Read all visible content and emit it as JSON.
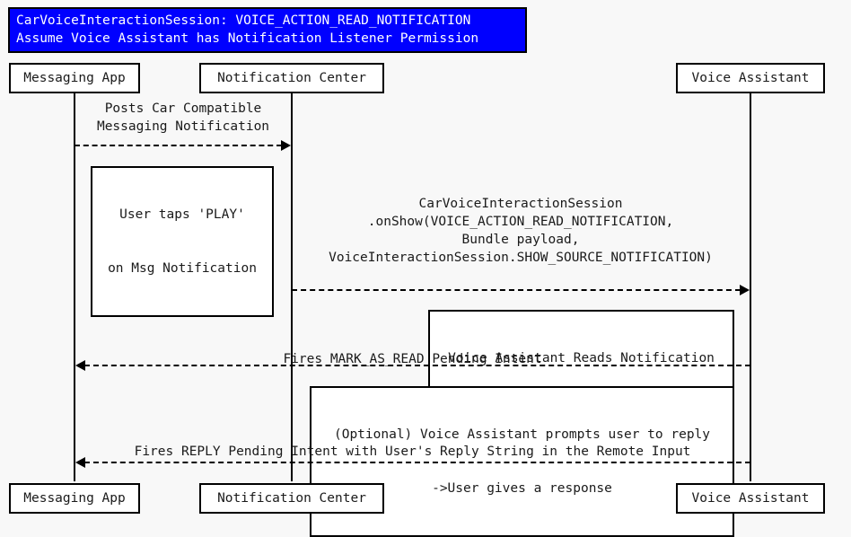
{
  "title": {
    "line1": "CarVoiceInteractionSession: VOICE_ACTION_READ_NOTIFICATION",
    "line2": "Assume Voice Assistant has Notification Listener Permission",
    "background_color": "#0000ff",
    "text_color": "#ffffff"
  },
  "diagram": {
    "type": "uml-sequence-diagram",
    "background_color": "#f8f8f8",
    "line_color": "#000000"
  },
  "participants": [
    {
      "id": "messaging-app",
      "label": "Messaging App"
    },
    {
      "id": "notification-center",
      "label": "Notification Center"
    },
    {
      "id": "voice-assistant",
      "label": "Voice Assistant"
    }
  ],
  "participants_bottom": [
    {
      "id": "messaging-app",
      "label": "Messaging App"
    },
    {
      "id": "notification-center",
      "label": "Notification Center"
    },
    {
      "id": "voice-assistant",
      "label": "Voice Assistant"
    }
  ],
  "messages": [
    {
      "id": "post-notification",
      "from": "messaging-app",
      "to": "notification-center",
      "direction": "right",
      "style": "dashed",
      "label_line1": "Posts Car Compatible",
      "label_line2": "Messaging Notification"
    },
    {
      "id": "on-show",
      "from": "notification-center",
      "to": "voice-assistant",
      "direction": "right",
      "style": "dashed",
      "label_line1": "CarVoiceInteractionSession",
      "label_line2": ".onShow(VOICE_ACTION_READ_NOTIFICATION,",
      "label_line3": "Bundle payload,",
      "label_line4": "VoiceInteractionSession.SHOW_SOURCE_NOTIFICATION)"
    },
    {
      "id": "mark-as-read",
      "from": "voice-assistant",
      "to": "messaging-app",
      "direction": "left",
      "style": "dashed",
      "label_line1": "Fires MARK_AS_READ Pending Intent"
    },
    {
      "id": "reply-intent",
      "from": "voice-assistant",
      "to": "messaging-app",
      "direction": "left",
      "style": "dashed",
      "label_line1": "Fires REPLY Pending Intent with User's Reply String in the Remote Input"
    }
  ],
  "notes": [
    {
      "id": "user-taps-play",
      "line1": "User taps 'PLAY'",
      "line2": "on Msg Notification"
    },
    {
      "id": "voice-assistant-reads",
      "line1": "Voice Assistant Reads Notification"
    },
    {
      "id": "optional-reply-prompt",
      "line1": "(Optional) Voice Assistant prompts user to reply",
      "line2": "->User gives a response"
    }
  ]
}
